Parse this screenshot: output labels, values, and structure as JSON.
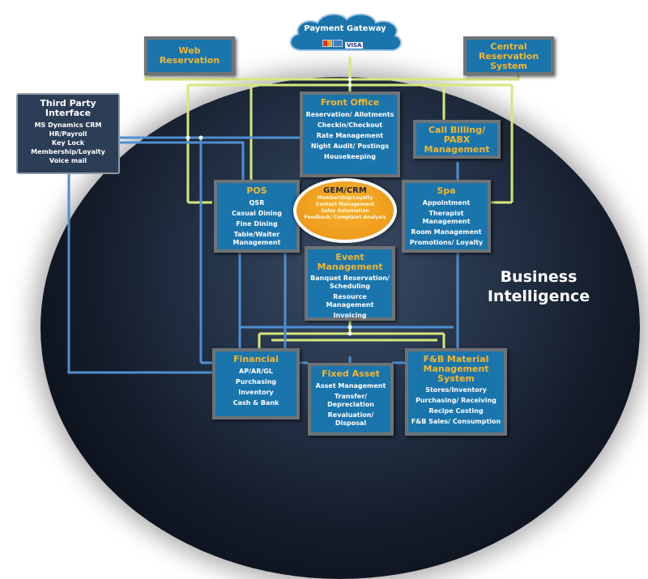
{
  "payment_gateway": {
    "title": "Payment Gateway",
    "cards": [
      "mastercard-icon",
      "amex-icon"
    ],
    "visa": "VISA"
  },
  "web_reservation": {
    "title": "Web Reservation"
  },
  "central_reservation": {
    "title": "Central Reservation System"
  },
  "third_party": {
    "title": "Third Party Interface",
    "items": [
      "MS Dynamics CRM",
      "HR/Payroll",
      "Key Lock",
      "Membership/Loyalty",
      "Voice mail"
    ]
  },
  "front_office": {
    "title": "Front Office",
    "items": [
      "Reservation/ Allotments",
      "Checkin/Checkout",
      "Rate Management",
      "Night Audit/ Postings",
      "Housekeeping"
    ]
  },
  "call_billing": {
    "title": "Call Billing/ PABX Management"
  },
  "pos": {
    "title": "POS",
    "items": [
      "QSR",
      "Casual Dining",
      "Fine Dining",
      "Table/Waiter Management"
    ]
  },
  "gem_crm": {
    "title": "GEM/CRM",
    "items": [
      "Membership/Loyalty",
      "Contact Management",
      "Sales Automation",
      "Feedback/ Complaint Analysis"
    ]
  },
  "spa": {
    "title": "Spa",
    "items": [
      "Appointment",
      "Therapist Management",
      "Room Management",
      "Promotions/ Loyalty"
    ]
  },
  "event_management": {
    "title": "Event Management",
    "items": [
      "Banquet Reservation/ Scheduling",
      "Resource Management",
      "Invoicing"
    ]
  },
  "financial": {
    "title": "Financial",
    "items": [
      "AP/AR/GL",
      "Purchasing",
      "Inventory",
      "Cash & Bank"
    ]
  },
  "fixed_asset": {
    "title": "Fixed Asset",
    "items": [
      "Asset Management",
      "Transfer/ Depreciation",
      "Revaluation/ Disposal"
    ]
  },
  "fb_material": {
    "title": "F&B Material Management System",
    "items": [
      "Stores/Inventory",
      "Purchasing/ Receiving",
      "Recipe Costing",
      "F&B Sales/ Consumption"
    ]
  },
  "business_intelligence": {
    "line1": "Business",
    "line2": "Intelligence"
  },
  "colors": {
    "box_blue": "#1b75ad",
    "title_gold": "#f2b630",
    "connector_yellow": "#d6e87a",
    "connector_blue": "#4f8fd0",
    "crm_orange": "#ef9c1c"
  }
}
